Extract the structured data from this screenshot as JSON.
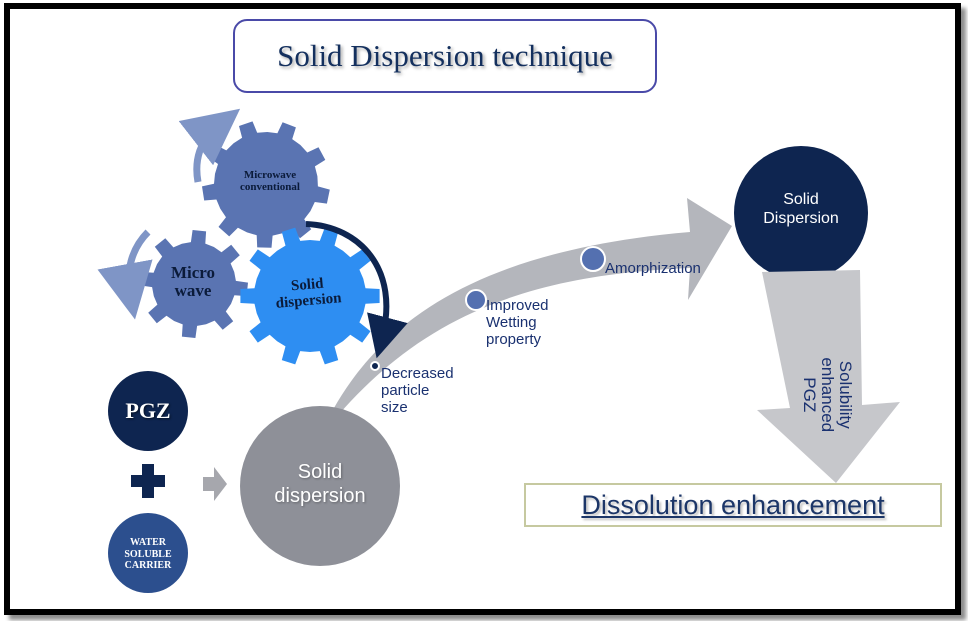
{
  "title": "Solid Dispersion technique",
  "gears": [
    {
      "label_line1": "Microwave",
      "label_line2": "conventional",
      "color": "#5a74b2"
    },
    {
      "label_line1": "Micro",
      "label_line2": "wave",
      "color": "#5a74b2"
    },
    {
      "label_line1": "Solid",
      "label_line2": "dispersion",
      "color": "#2e8ef2"
    }
  ],
  "inputs": {
    "drug": {
      "label": "PGZ",
      "color": "#0e2550"
    },
    "operator": "+",
    "carrier": {
      "label_line1": "WATER",
      "label_line2": "SOLUBLE",
      "label_line3": "CARRIER",
      "color": "#2c4f8e"
    }
  },
  "product_circle": {
    "label_line1": "Solid",
    "label_line2": "dispersion",
    "color": "#8e9098"
  },
  "mechanism_steps": [
    {
      "label_line1": "Decreased",
      "label_line2": "particle",
      "label_line3": "size"
    },
    {
      "label_line1": "Improved",
      "label_line2": "Wetting",
      "label_line3": "property"
    },
    {
      "label_line1": "Amorphization"
    }
  ],
  "result_circle": {
    "label_line1": "Solid",
    "label_line2": "Dispersion",
    "color": "#0e2550"
  },
  "down_arrow": {
    "label_line1": "Solubility",
    "label_line2": "enhanced",
    "label_line3": "PGZ"
  },
  "outcome": "Dissolution enhancement",
  "colors": {
    "arrow_gray": "#b4b6bc",
    "dot_blue": "#5470b0",
    "dark_navy": "#0e2550",
    "text_blue": "#1a3170"
  }
}
